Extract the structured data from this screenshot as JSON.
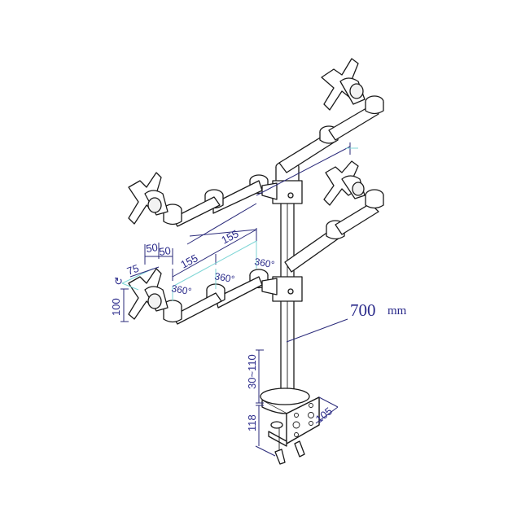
{
  "diagram": {
    "subject": "Quad monitor desk mount with pole, four articulating arms and desk clamp",
    "colors": {
      "line": "#1a1a1a",
      "dimension": "#2a2a8a",
      "extension": "#7fd6d6",
      "background": "#ffffff"
    },
    "dimensions": {
      "pole_height_value": "700",
      "pole_height_unit": "mm",
      "arm_segment_1": "155",
      "arm_segment_2": "155",
      "offset_a": "50",
      "offset_b": "50",
      "vesa_width": "75",
      "vesa_height": "100",
      "clamp_range": "30~110",
      "clamp_height": "118",
      "base_depth": "105"
    },
    "rotations": {
      "joint_1": "360°",
      "joint_2": "360°",
      "joint_3": "360°"
    },
    "tilt_symbols": {
      "vesa_tilt": "↻"
    }
  }
}
